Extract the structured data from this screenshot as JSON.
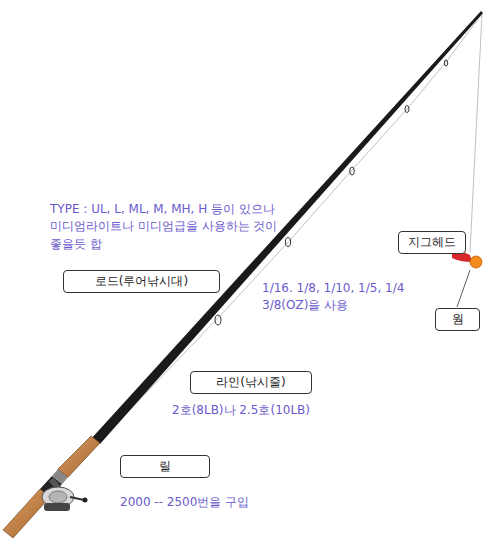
{
  "diagram": {
    "nodes": [
      {
        "text": [
          "지그헤드"
        ]
      },
      {
        "text": [
          "로드(루어낚시대)"
        ]
      },
      {
        "text": [
          "웜"
        ]
      },
      {
        "text": [
          "라인(낚시줄)"
        ]
      },
      {
        "text": [
          "릴"
        ]
      }
    ],
    "labels": [
      "TYPE : UL, L, ML, M, MH, H 등이 있으나 미디엄라이트나 미디엄급을 사용하는 것이 좋을듯 합",
      "1/16. 1/8, 1/10, 1/5, 1/4 3/8(OZ)을 사용",
      "2호(8LB)나 2.5호(10LB)",
      "2000 -- 2500번을 구입"
    ]
  }
}
